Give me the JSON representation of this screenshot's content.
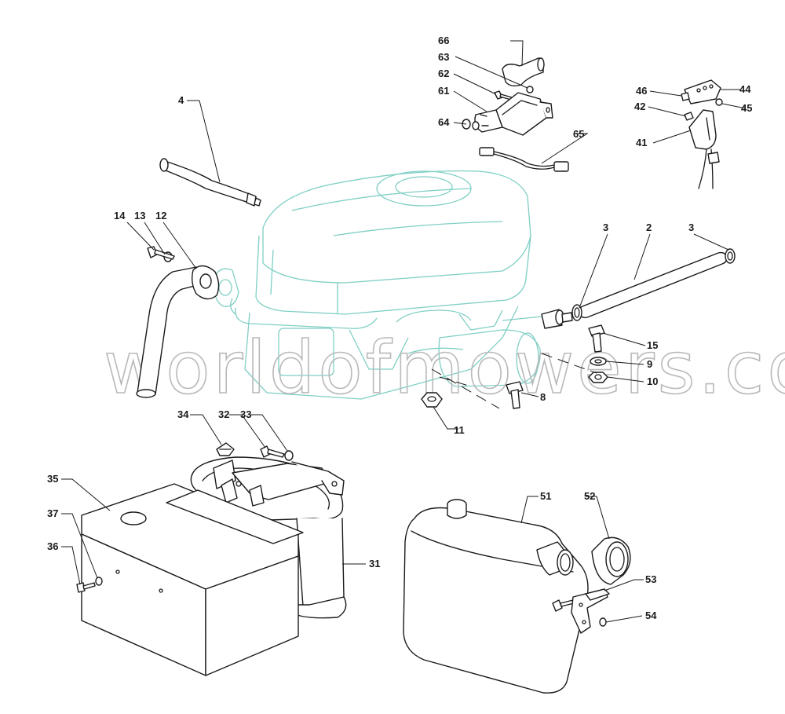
{
  "watermark": "worldofmowers.co.uk",
  "colors": {
    "line_art": "#1a1a1a",
    "engine_outline": "#7fcfc4",
    "watermark": "#b9b9b9",
    "background": "#ffffff"
  },
  "labels": {
    "p2": "2",
    "p3a": "3",
    "p3b": "3",
    "p4": "4",
    "p8": "8",
    "p9": "9",
    "p10": "10",
    "p11": "11",
    "p12": "12",
    "p13": "13",
    "p14": "14",
    "p15": "15",
    "p31": "31",
    "p32": "32",
    "p33": "33",
    "p34": "34",
    "p35": "35",
    "p36": "36",
    "p37": "37",
    "p41": "41",
    "p42": "42",
    "p44": "44",
    "p45": "45",
    "p46": "46",
    "p51": "51",
    "p52": "52",
    "p53": "53",
    "p54": "54",
    "p61": "61",
    "p62": "62",
    "p63": "63",
    "p64": "64",
    "p65": "65",
    "p66": "66"
  }
}
